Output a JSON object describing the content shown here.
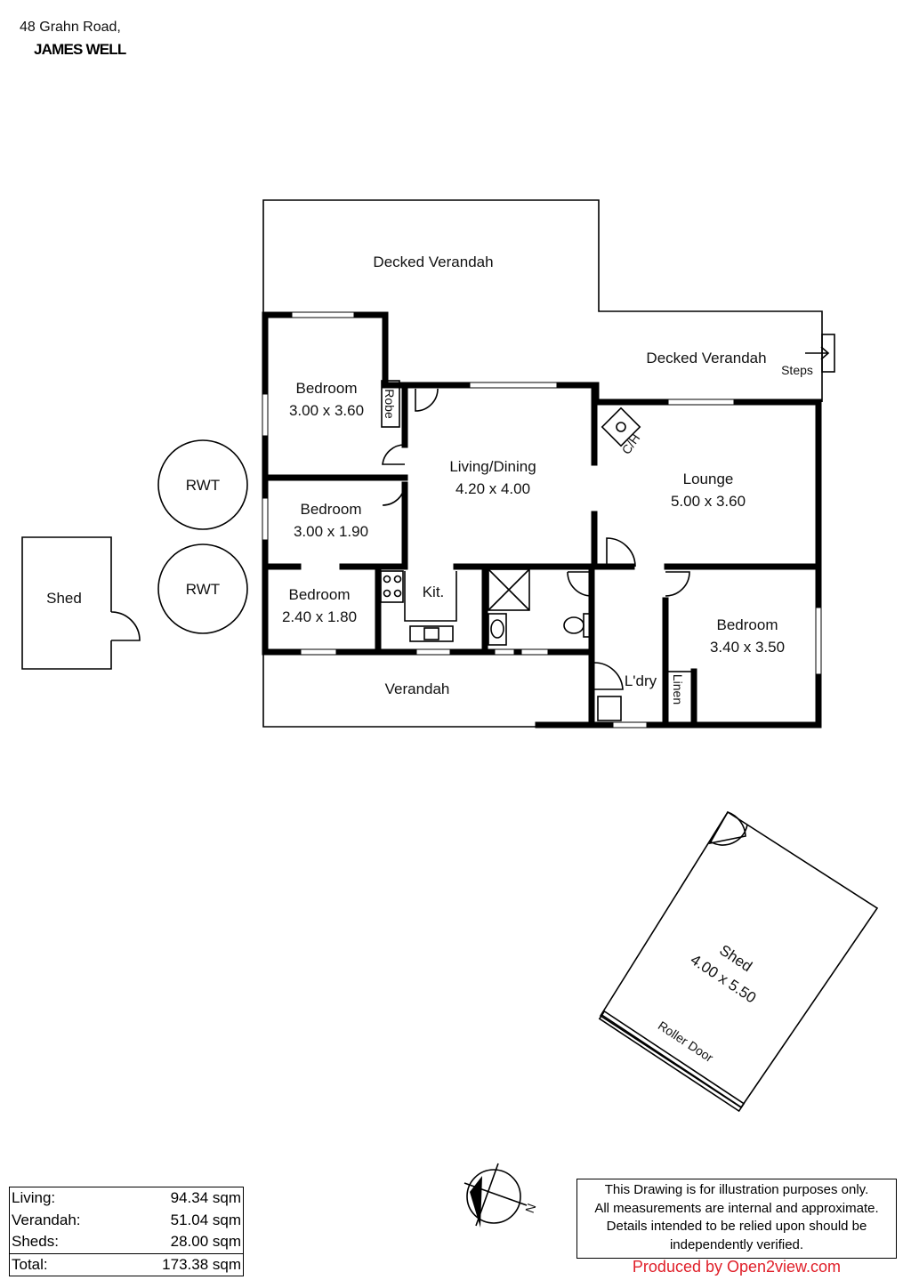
{
  "address": {
    "line1": "48 Grahn Road,",
    "line2": "JAMES WELL"
  },
  "rooms": {
    "decked_verandah_1": "Decked Verandah",
    "decked_verandah_2": "Decked Verandah",
    "steps": "Steps",
    "bedroom1": {
      "name": "Bedroom",
      "size": "3.00 x 3.60"
    },
    "robe": "Robe",
    "living": {
      "name": "Living/Dining",
      "size": "4.20 x 4.00"
    },
    "ch": "C/H",
    "lounge": {
      "name": "Lounge",
      "size": "5.00 x 3.60"
    },
    "bedroom2": {
      "name": "Bedroom",
      "size": "3.00 x 1.90"
    },
    "bedroom3": {
      "name": "Bedroom",
      "size": "2.40 x 1.80"
    },
    "kitchen": "Kit.",
    "bedroom4": {
      "name": "Bedroom",
      "size": "3.40 x 3.50"
    },
    "laundry": "L'dry",
    "linen": "Linen",
    "verandah": "Verandah",
    "rwt1": "RWT",
    "rwt2": "RWT",
    "shed_small": "Shed",
    "shed_large": {
      "name": "Shed",
      "size": "4.00 x 5.50",
      "door": "Roller Door"
    }
  },
  "compass": {
    "label": "N"
  },
  "areas": [
    {
      "label": "Living:",
      "value": "94.34 sqm"
    },
    {
      "label": "Verandah:",
      "value": "51.04 sqm"
    },
    {
      "label": "Sheds:",
      "value": "28.00 sqm"
    }
  ],
  "total": {
    "label": "Total:",
    "value": "173.38 sqm"
  },
  "disclaimer": [
    "This Drawing is for illustration purposes only.",
    "All measurements are internal and  approximate.",
    "Details intended to be relied upon should be",
    "independently verified."
  ],
  "producer": "Produced by Open2view.com",
  "colors": {
    "producer": "#e0202a"
  }
}
